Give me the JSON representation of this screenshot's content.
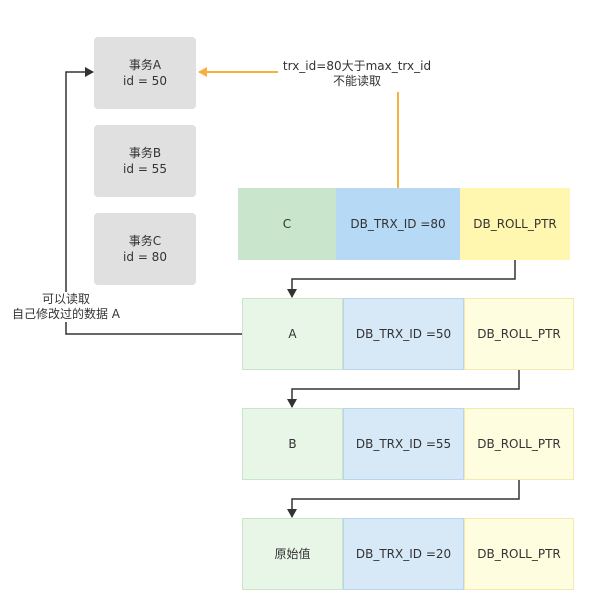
{
  "transactions": [
    {
      "name": "事务A",
      "id": "id = 50"
    },
    {
      "name": "事务B",
      "id": "id = 55"
    },
    {
      "name": "事务C",
      "id": "id = 80"
    }
  ],
  "versions": [
    {
      "value": "C",
      "trx": "DB_TRX_ID =80",
      "ptr": "DB_ROLL_PTR"
    },
    {
      "value": "A",
      "trx": "DB_TRX_ID =50",
      "ptr": "DB_ROLL_PTR"
    },
    {
      "value": "B",
      "trx": "DB_TRX_ID =55",
      "ptr": "DB_ROLL_PTR"
    },
    {
      "value": "原始值",
      "trx": "DB_TRX_ID =20",
      "ptr": "DB_ROLL_PTR"
    }
  ],
  "annotations": {
    "not_readable_line1": "trx_id=80大于max_trx_id",
    "not_readable_line2": "不能读取",
    "readable_line1": "可以读取",
    "readable_line2": "自己修改过的数据 A"
  },
  "colors": {
    "transaction_fill": "#e0e0e0",
    "latest_value_fill": "#c9e5cb",
    "latest_trx_fill": "#b6daf6",
    "latest_ptr_fill": "#fff7b0",
    "old_value_fill": "#e8f6e8",
    "old_trx_fill": "#d7e8f7",
    "old_ptr_fill": "#fffde0",
    "orange_arrow": "#f7b040",
    "black_arrow": "#333333"
  }
}
